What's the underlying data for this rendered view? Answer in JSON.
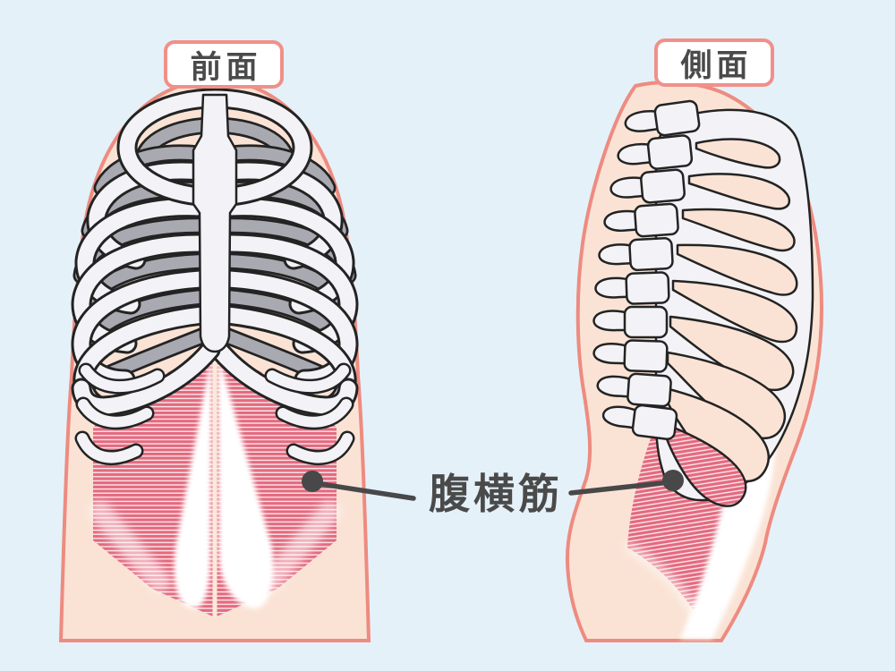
{
  "figure": {
    "views": [
      {
        "id": "front",
        "label": "前面"
      },
      {
        "id": "side",
        "label": "側面"
      }
    ],
    "annotation": {
      "label": "腹横筋"
    }
  },
  "colors": {
    "background": "#e4f1f9",
    "skin": "#fae3d5",
    "skin_outline": "#ee8b80",
    "skin_highlight": "#fbe9da",
    "muscle": "#e4697e",
    "muscle_stripe": "#ffffff",
    "bone": "#f3f2f6",
    "bone_outline": "#232323",
    "bone_shadow": "#a9a9b1",
    "label_border": "#f0908a",
    "label_background": "#ffffff",
    "text": "#4a4a4a",
    "leader": "#484848"
  }
}
